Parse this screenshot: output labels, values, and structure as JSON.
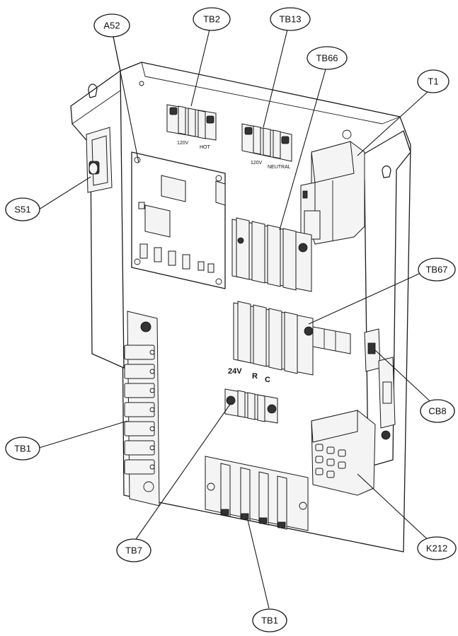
{
  "callouts": {
    "a52": "A52",
    "tb2": "TB2",
    "tb13": "TB13",
    "tb66": "TB66",
    "t1": "T1",
    "s51": "S51",
    "tb67": "TB67",
    "cb8": "CB8",
    "tb1_left": "TB1",
    "tb7": "TB7",
    "k212": "K212",
    "tb1_bottom": "TB1"
  },
  "board_labels": {
    "tb2_left": "120V",
    "tb2_right": "HOT",
    "tb13_left": "120V",
    "tb13_right": "NEUTRAL",
    "tb7_24v": "24V",
    "tb7_r": "R",
    "tb7_c": "C"
  }
}
